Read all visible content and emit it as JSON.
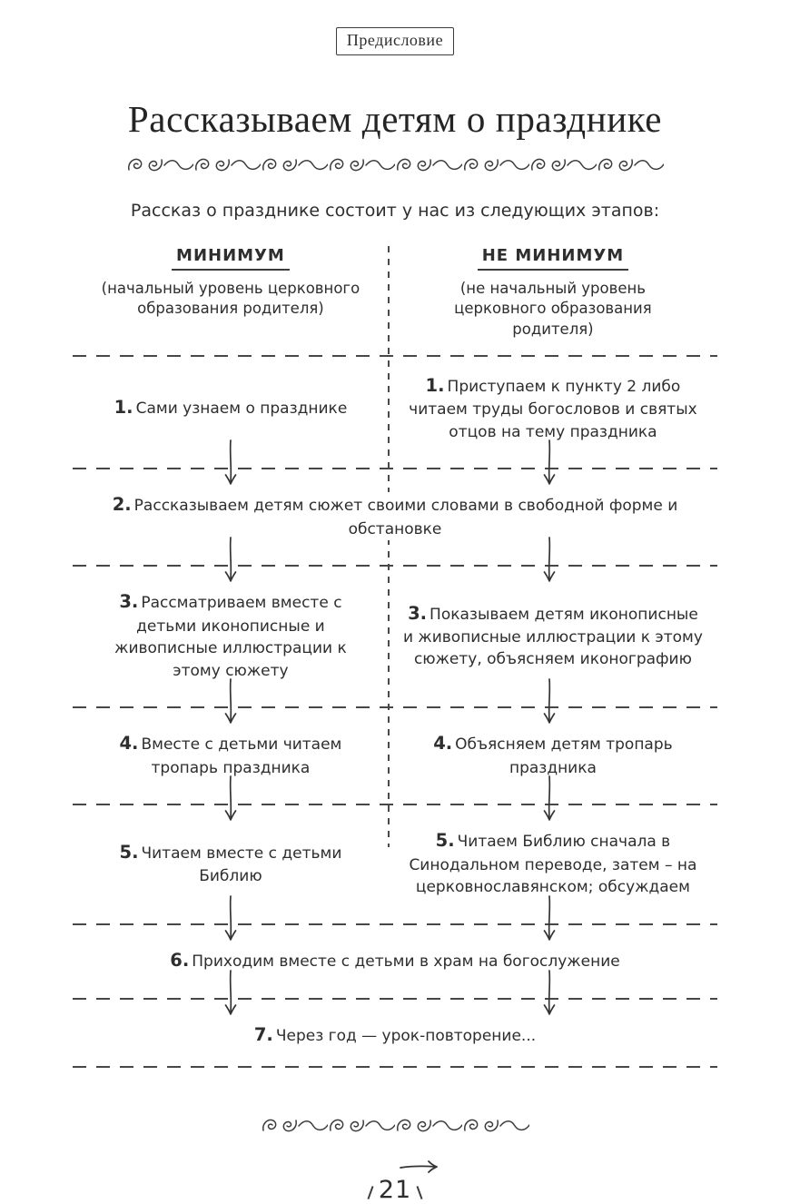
{
  "page": {
    "header_label": "Предисловие",
    "title": "Рассказываем детям о празднике",
    "intro": "Рассказ о празднике состоит у нас из следующих этапов:",
    "page_number": "21",
    "ink_color": "#2e2e2e",
    "line_color": "#474747"
  },
  "columns": {
    "left": {
      "title": "МИНИМУМ",
      "subtitle": "(начальный уровень церковного образования родителя)"
    },
    "right": {
      "title": "НЕ МИНИМУМ",
      "subtitle": "(не начальный уровень церковного образования родителя)"
    }
  },
  "steps": [
    {
      "num": "1.",
      "left": "Сами узнаем о празднике",
      "right": "Приступаем к пункту 2 либо читаем труды богословов и святых отцов на тему праздника"
    },
    {
      "num": "2.",
      "text": "Рассказываем детям сюжет своими словами в свободной форме и обстановке"
    },
    {
      "num": "3.",
      "left": "Рассматриваем вместе с детьми иконописные и живописные иллюстрации к этому сюжету",
      "right": "Показываем детям иконописные и живописные иллюстрации к этому сюжету, объясняем иконографию"
    },
    {
      "num": "4.",
      "left": "Вместе с детьми читаем тропарь праздника",
      "right": "Объясняем детям тропарь праздника"
    },
    {
      "num": "5.",
      "left": "Читаем вместе с детьми Библию",
      "right": "Читаем Библию сначала в Синодальном переводе, затем – на церковнославянском; обсуждаем"
    },
    {
      "num": "6.",
      "text": "Приходим вместе с детьми в храм на богослужение"
    },
    {
      "num": "7.",
      "text": "Через год — урок-повторение..."
    }
  ]
}
